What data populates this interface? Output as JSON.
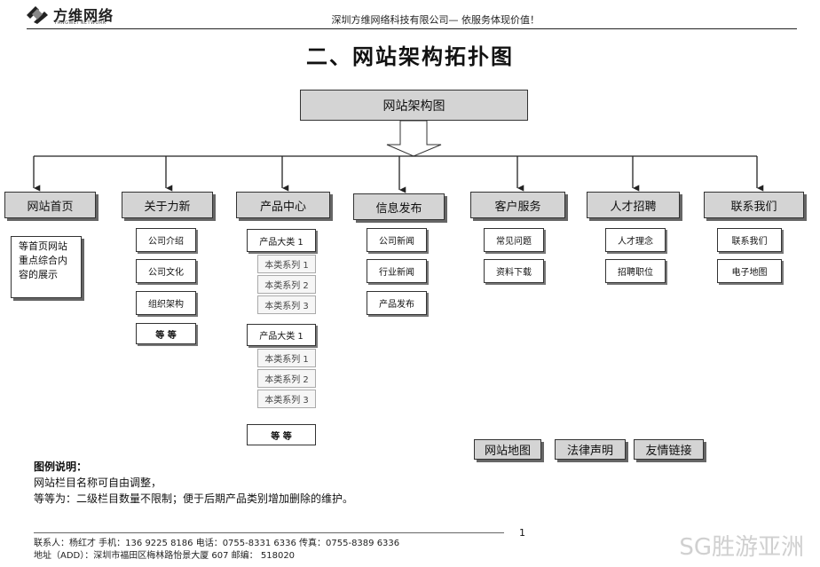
{
  "header": {
    "logo_text": "方维网络",
    "logo_sub": "FANGWEI NETWORK",
    "company": "深圳方维网络科技有限公司— 依服务体现价值！"
  },
  "title": "二、网站架构拓扑图",
  "root": "网站架构图",
  "categories": [
    "网站首页",
    "关于力新",
    "产品中心",
    "信息发布",
    "客户服务",
    "人才招聘",
    "联系我们"
  ],
  "home_note": "等首页网站重点综合内容的展示",
  "about": [
    "公司介绍",
    "公司文化",
    "组织架构",
    "等 等"
  ],
  "products": {
    "group1": "产品大类 1",
    "group1_items": [
      "本类系列 1",
      "本类系列 2",
      "本类系列 3"
    ],
    "group2": "产品大类 1",
    "group2_items": [
      "本类系列 1",
      "本类系列 2",
      "本类系列 3"
    ],
    "etc": "等 等"
  },
  "news": [
    "公司新闻",
    "行业新闻",
    "产品发布"
  ],
  "service": [
    "常见问题",
    "资料下载"
  ],
  "jobs": [
    "人才理念",
    "招聘职位"
  ],
  "contact": [
    "联系我们",
    "电子地图"
  ],
  "extras": [
    "网站地图",
    "法律声明",
    "友情链接"
  ],
  "legend": {
    "heading": "图例说明：",
    "line1": "网站栏目名称可自由调整，",
    "line2": "等等为：二级栏目数量不限制；便于后期产品类别增加删除的维护。"
  },
  "page_number": "1",
  "footer": {
    "line1": "联系人：杨红才    手机：136 9225 8186     电话：0755-8331 6336      传真：0755-8389 6336",
    "line2": "地址（ADD）：深圳市福田区梅林路怡景大厦 607    邮编：  518020"
  },
  "watermark": "SG胜游亚洲"
}
